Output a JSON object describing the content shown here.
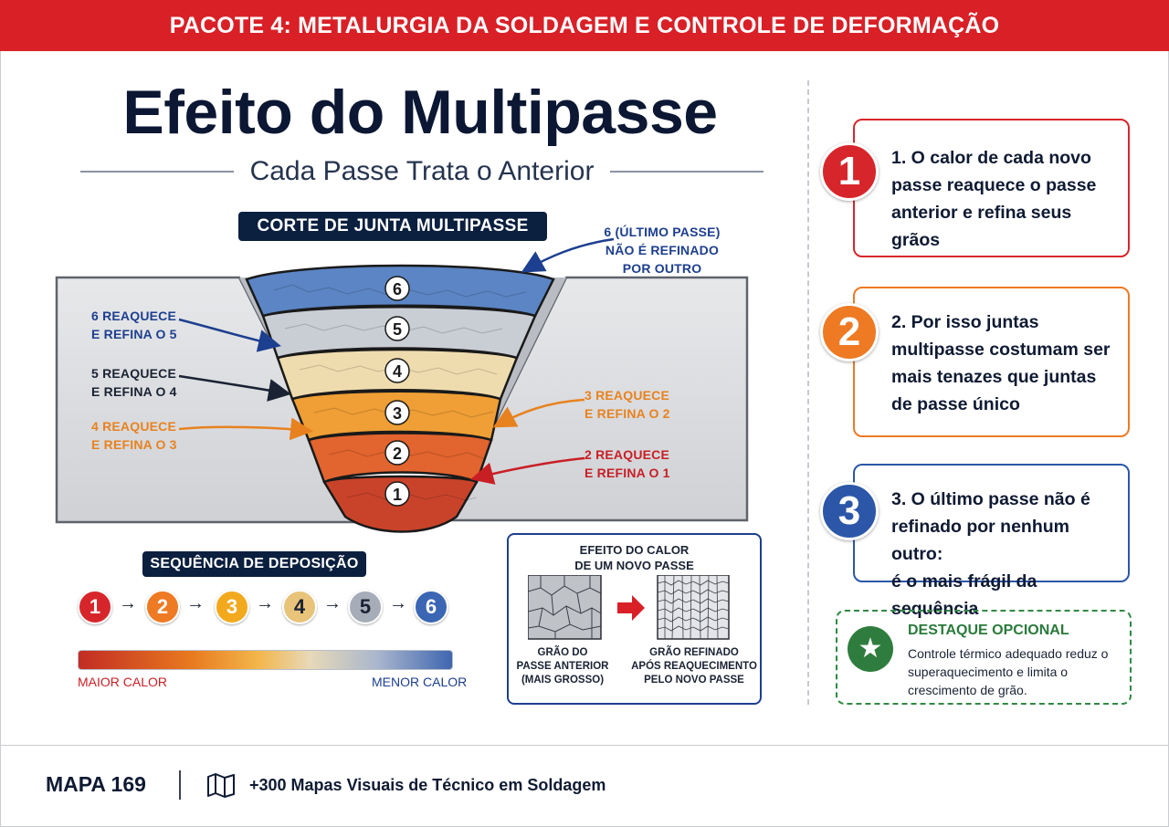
{
  "banner": {
    "text": "PACOTE 4: METALURGIA DA SOLDAGEM E CONTROLE DE DEFORMAÇÃO"
  },
  "title": "Efeito do Multipasse",
  "subtitle": "Cada Passe Trata o Anterior",
  "cross_section": {
    "label": "CORTE DE JUNTA MULTIPASSE",
    "passes": [
      {
        "number": "1",
        "color": "#c9432a"
      },
      {
        "number": "2",
        "color": "#e2642e"
      },
      {
        "number": "3",
        "color": "#ef9f35"
      },
      {
        "number": "4",
        "color": "#efdcae"
      },
      {
        "number": "5",
        "color": "#c9cdd4"
      },
      {
        "number": "6",
        "color": "#5b85c4"
      }
    ],
    "callouts": {
      "last": [
        "6 (ÚLTIMO PASSE)",
        "NÃO É REFINADO",
        "POR OUTRO"
      ],
      "p6": [
        "6 REAQUECE",
        "E REFINA O 5"
      ],
      "p5": [
        "5 REAQUECE",
        "E REFINA O 4"
      ],
      "p4": [
        "4 REAQUECE",
        "E REFINA O 3"
      ],
      "p3": [
        "3 REAQUECE",
        "E REFINA O 2"
      ],
      "p2": [
        "2 REAQUECE",
        "E REFINA O 1"
      ]
    }
  },
  "sequence": {
    "label": "SEQUÊNCIA DE DEPOSIÇÃO",
    "items": [
      {
        "number": "1",
        "color": "#d7262b"
      },
      {
        "number": "2",
        "color": "#ee7a24"
      },
      {
        "number": "3",
        "color": "#f2a91e"
      },
      {
        "number": "4",
        "color": "#e8c37a"
      },
      {
        "number": "5",
        "color": "#a7adb8"
      },
      {
        "number": "6",
        "color": "#3b66b3"
      }
    ],
    "arrow": "→",
    "heat_left": "MAIOR CALOR",
    "heat_right": "MENOR CALOR"
  },
  "effect": {
    "title_line1": "EFEITO DO CALOR",
    "title_line2": "DE UM NOVO PASSE",
    "left_caption": [
      "GRÃO DO",
      "PASSE ANTERIOR",
      "(MAIS GROSSO)"
    ],
    "right_caption": [
      "GRÃO REFINADO",
      "APÓS REAQUECIMENTO",
      "PELO NOVO PASSE"
    ]
  },
  "info_cards": [
    {
      "number": "1",
      "color": "#d7262b",
      "lines": [
        "1. O calor de cada novo",
        "passe reaquece o passe",
        "anterior e refina seus grãos"
      ]
    },
    {
      "number": "2",
      "color": "#ee7a24",
      "lines": [
        "2. Por isso juntas",
        "multipasse costumam ser",
        "mais tenazes que juntas",
        "de passe único"
      ]
    },
    {
      "number": "3",
      "color": "#2c57a8",
      "lines": [
        "3. O último passe não é",
        "refinado por nenhum outro:",
        "é o mais frágil da sequência"
      ]
    }
  ],
  "highlight": {
    "title": "DESTAQUE OPCIONAL",
    "text": "Controle térmico adequado reduz o superaquecimento e limita o crescimento de grão.",
    "icon": "star-icon"
  },
  "footer": {
    "map_label": "MAPA 169",
    "icon": "map-icon",
    "text": "+300 Mapas Visuais de Técnico em Soldagem"
  }
}
